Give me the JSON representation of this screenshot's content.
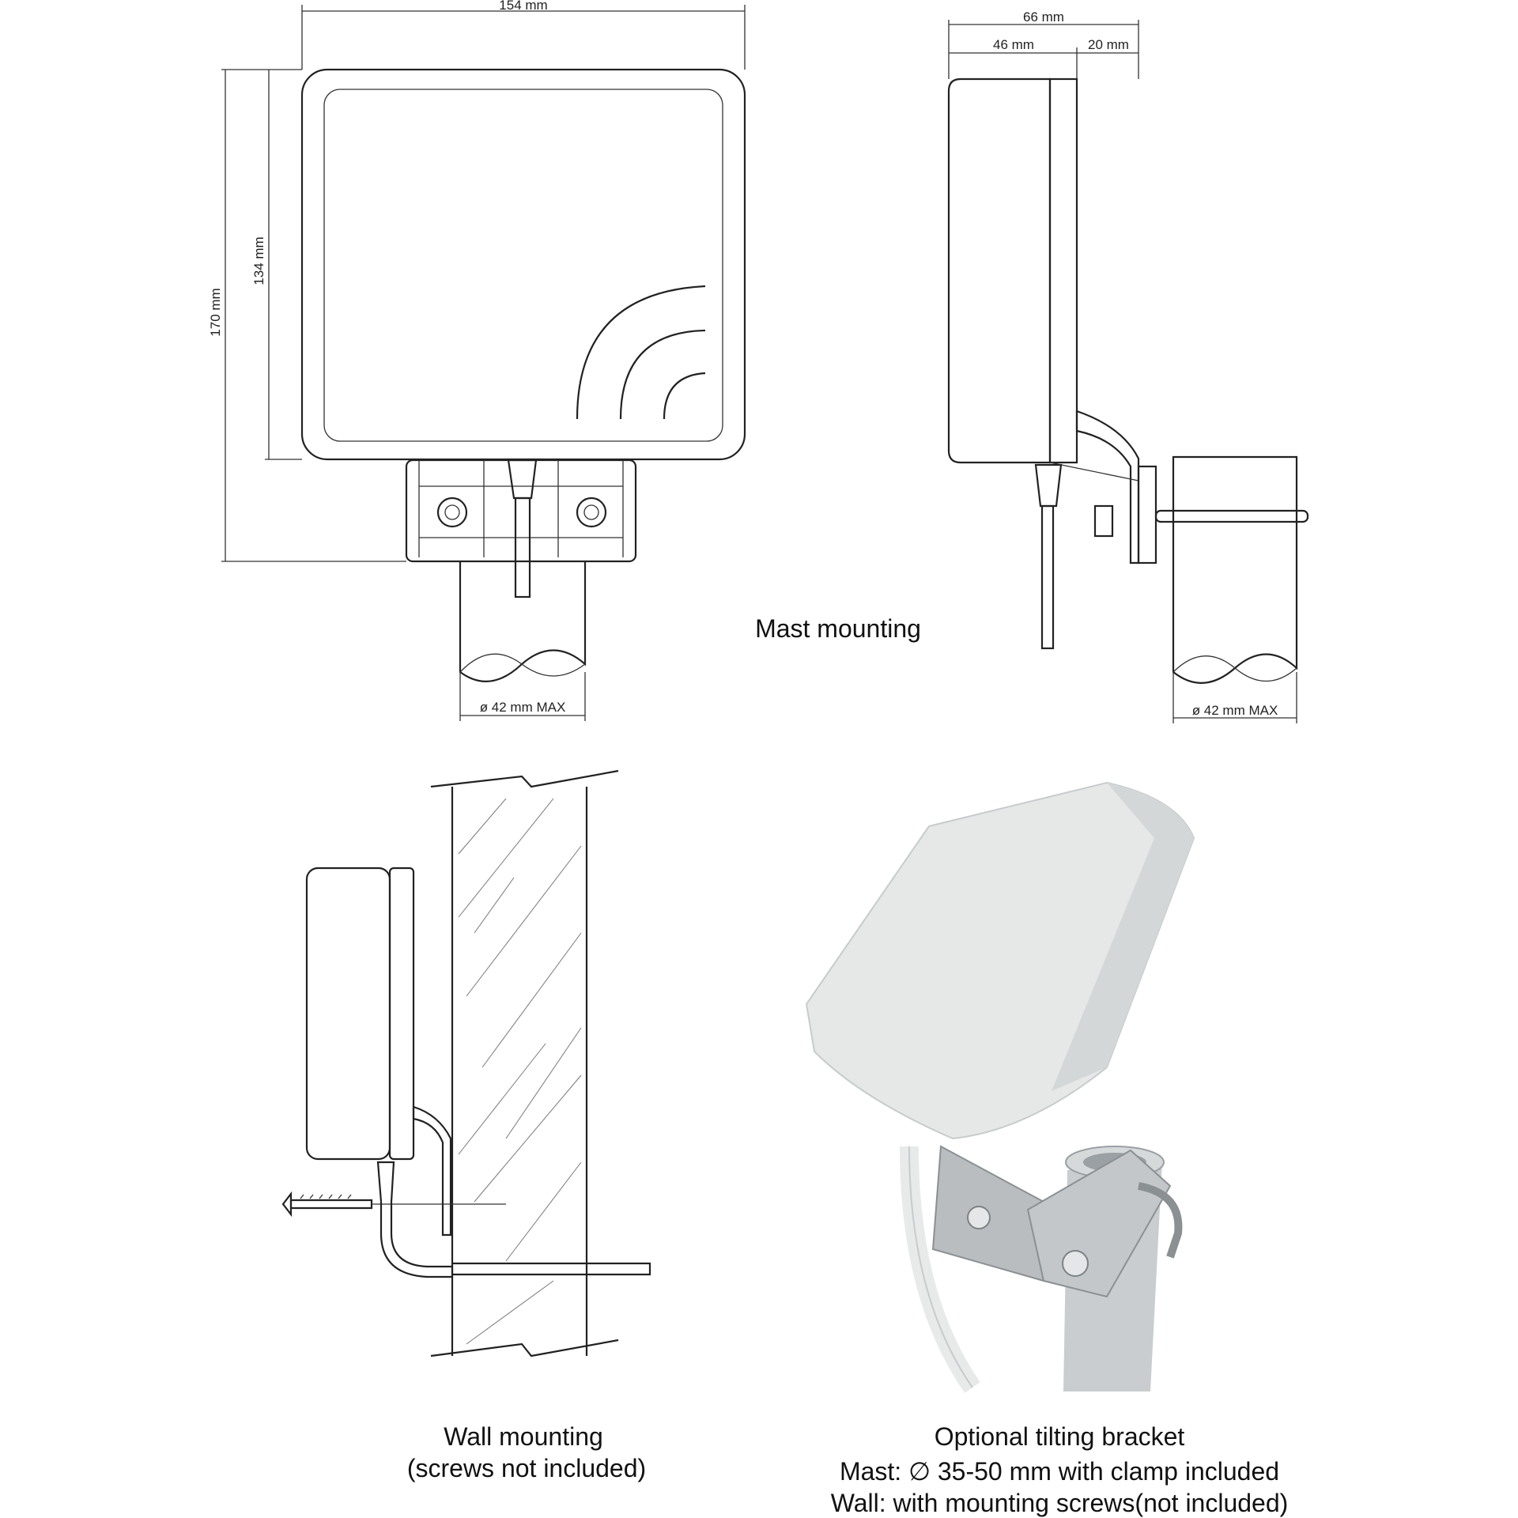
{
  "dimensions": {
    "front_width": "154 mm",
    "front_height_total": "170 mm",
    "front_height_panel": "134 mm",
    "mast_diameter_front": "ø 42 mm MAX",
    "side_depth_total": "66 mm",
    "side_depth_panel": "46 mm",
    "side_depth_bracket": "20 mm",
    "mast_diameter_side": "ø 42 mm MAX"
  },
  "captions": {
    "mast_mounting": "Mast mounting",
    "wall_mounting_title": "Wall mounting",
    "wall_mounting_note": "(screws not included)",
    "tilting_title": "Optional tilting bracket",
    "tilting_mast": "Mast: ∅  35-50 mm with  clamp included",
    "tilting_wall": "Wall: with  mounting  screws(not included)"
  },
  "colors": {
    "line": "#222222",
    "panel_fill": "#ffffff",
    "photo_panel": "#e6e8e8",
    "photo_pole": "#c9cdcf",
    "photo_bracket": "#b9bdbf"
  }
}
